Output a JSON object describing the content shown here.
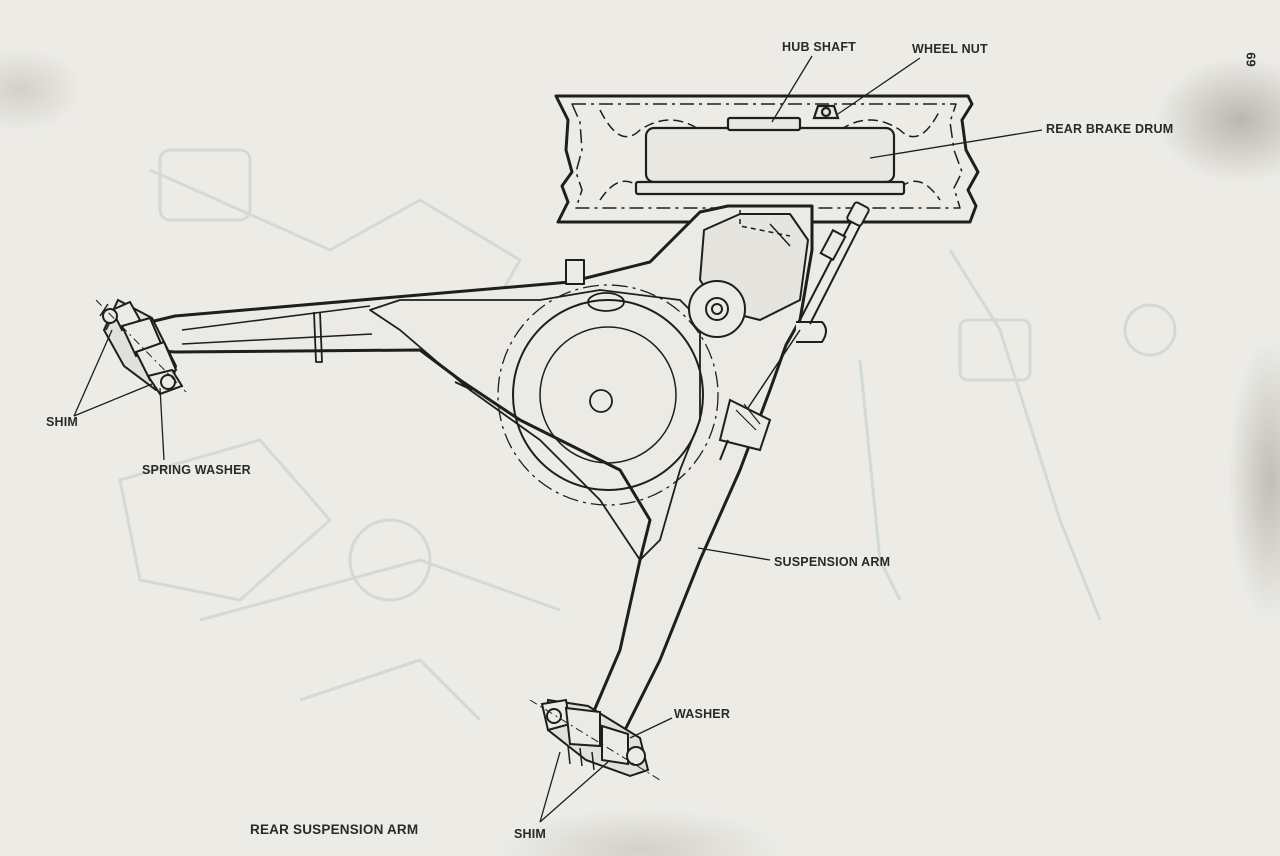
{
  "page_number": "69",
  "caption": "REAR SUSPENSION ARM",
  "labels": {
    "hub_shaft": "HUB SHAFT",
    "wheel_nut": "WHEEL NUT",
    "rear_brake_drum": "REAR BRAKE DRUM",
    "shim_left": "SHIM",
    "spring_washer": "SPRING WASHER",
    "suspension_arm": "SUSPENSION ARM",
    "washer": "WASHER",
    "shim_bottom": "SHIM"
  },
  "colors": {
    "paper": "#ecebe6",
    "ink": "#1e1e1e",
    "ghost": "#c9d3cf"
  }
}
